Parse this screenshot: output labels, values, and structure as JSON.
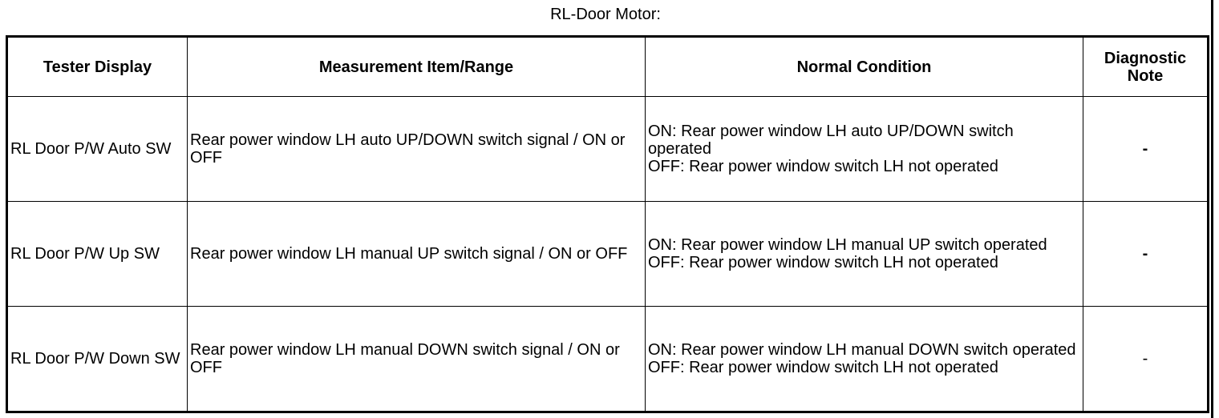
{
  "title": "RL-Door Motor:",
  "table": {
    "headers": {
      "tester_display": "Tester Display",
      "measurement": "Measurement Item/Range",
      "normal": "Normal Condition",
      "note_line1": "Diagnostic",
      "note_line2": "Note"
    },
    "rows": [
      {
        "tester": "RL Door P/W Auto SW",
        "measurement": "Rear power window LH auto UP/DOWN switch signal / ON or OFF",
        "normal_on": "ON: Rear power window LH auto UP/DOWN switch operated",
        "normal_off": "OFF: Rear power window switch LH not operated",
        "note": "-"
      },
      {
        "tester": "RL Door P/W Up SW",
        "measurement": "Rear power window LH manual UP switch signal / ON or OFF",
        "normal_on": "ON: Rear power window LH manual UP switch operated",
        "normal_off": "OFF: Rear power window switch LH not operated",
        "note": "-"
      },
      {
        "tester": "RL Door P/W Down SW",
        "measurement": "Rear power window LH manual DOWN switch signal / ON or OFF",
        "normal_on": "ON: Rear power window LH manual DOWN switch operated",
        "normal_off": "OFF: Rear power window switch LH not operated",
        "note": "-"
      }
    ]
  }
}
